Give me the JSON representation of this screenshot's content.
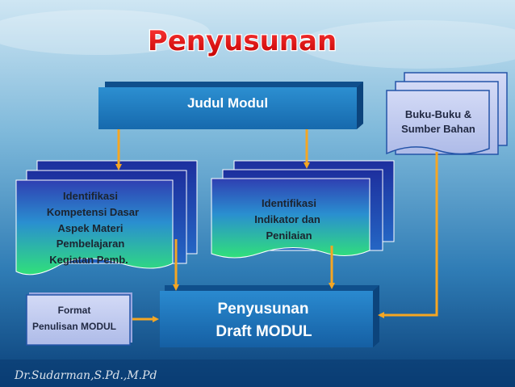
{
  "title": "Penyusunan",
  "nodes": {
    "judul_modul": "Judul Modul",
    "buku_line1": "Buku-Buku &",
    "buku_line2": "Sumber Bahan",
    "kompetensi_lines": [
      "Identifikasi",
      "Kompetensi Dasar",
      "Aspek Materi",
      "Pembelajaran",
      "Kegiatan Pemb."
    ],
    "indikator_lines": [
      "Identifikasi",
      "Indikator dan",
      "Penilaian"
    ],
    "format_line1": "Format",
    "format_line2": "Penulisan MODUL",
    "draft_line1": "Penyusunan",
    "draft_line2": "Draft MODUL"
  },
  "signature": "Dr.Sudarman,S.Pd.,M.Pd",
  "colors": {
    "arrow": "#f5a623",
    "blue_box": "#1f73b8",
    "green_top": "#2e3fb0",
    "green_bottom": "#2ee07a",
    "lavender": "#c7cff0"
  }
}
